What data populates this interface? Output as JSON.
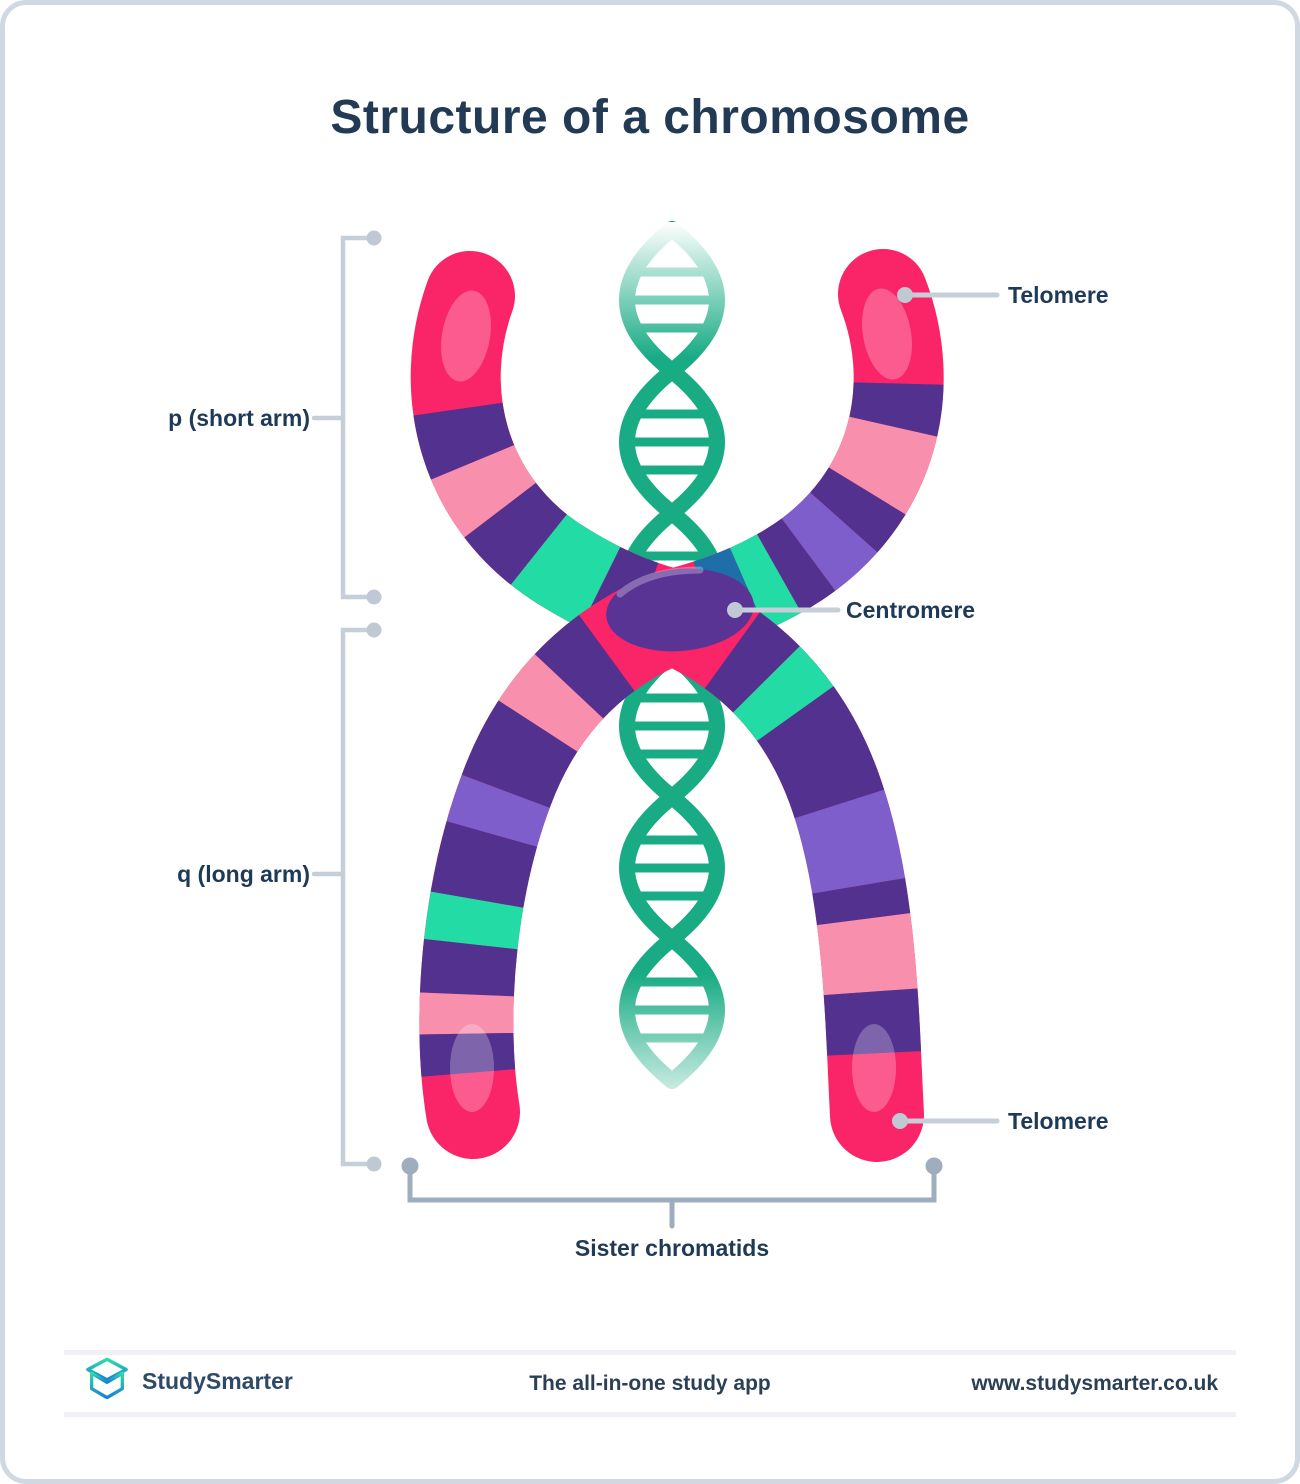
{
  "title": "Structure of a chromosome",
  "labels": {
    "telomere_top": "Telomere",
    "centromere": "Centromere",
    "telomere_bottom": "Telomere",
    "p_arm": "p (short arm)",
    "q_arm": "q (long arm)",
    "sister_chromatids": "Sister chromatids"
  },
  "footer": {
    "brand": "StudySmarter",
    "tagline": "The all-in-one study app",
    "url": "www.studysmarter.co.uk"
  },
  "palette": {
    "pink": "#FA2568",
    "lightpink": "#F78FAD",
    "purple": "#53318F",
    "violet": "#7D5ECB",
    "teal": "#23DBA4",
    "blue": "#1E6FA9",
    "centromere": "#5A3494",
    "helix": "#19AC84",
    "leader": "#C6CED8",
    "leaderDot": "#C0C9D3",
    "sisterGray": "#9FAEBE"
  },
  "diagram": {
    "band_order_top_left": [
      "pink",
      "purple",
      "lightpink",
      "purple",
      "teal",
      "purple",
      "pink"
    ],
    "band_order_top_right": [
      "pink",
      "purple",
      "lightpink",
      "purple",
      "violet",
      "purple",
      "teal",
      "blue",
      "pink"
    ],
    "band_order_bottom_left": [
      "pink",
      "purple",
      "lightpink",
      "purple",
      "violet",
      "purple",
      "teal",
      "purple",
      "lightpink",
      "purple",
      "pink"
    ],
    "band_order_bottom_right": [
      "pink",
      "purple",
      "teal",
      "purple",
      "violet",
      "purple",
      "lightpink",
      "purple",
      "pink"
    ]
  }
}
